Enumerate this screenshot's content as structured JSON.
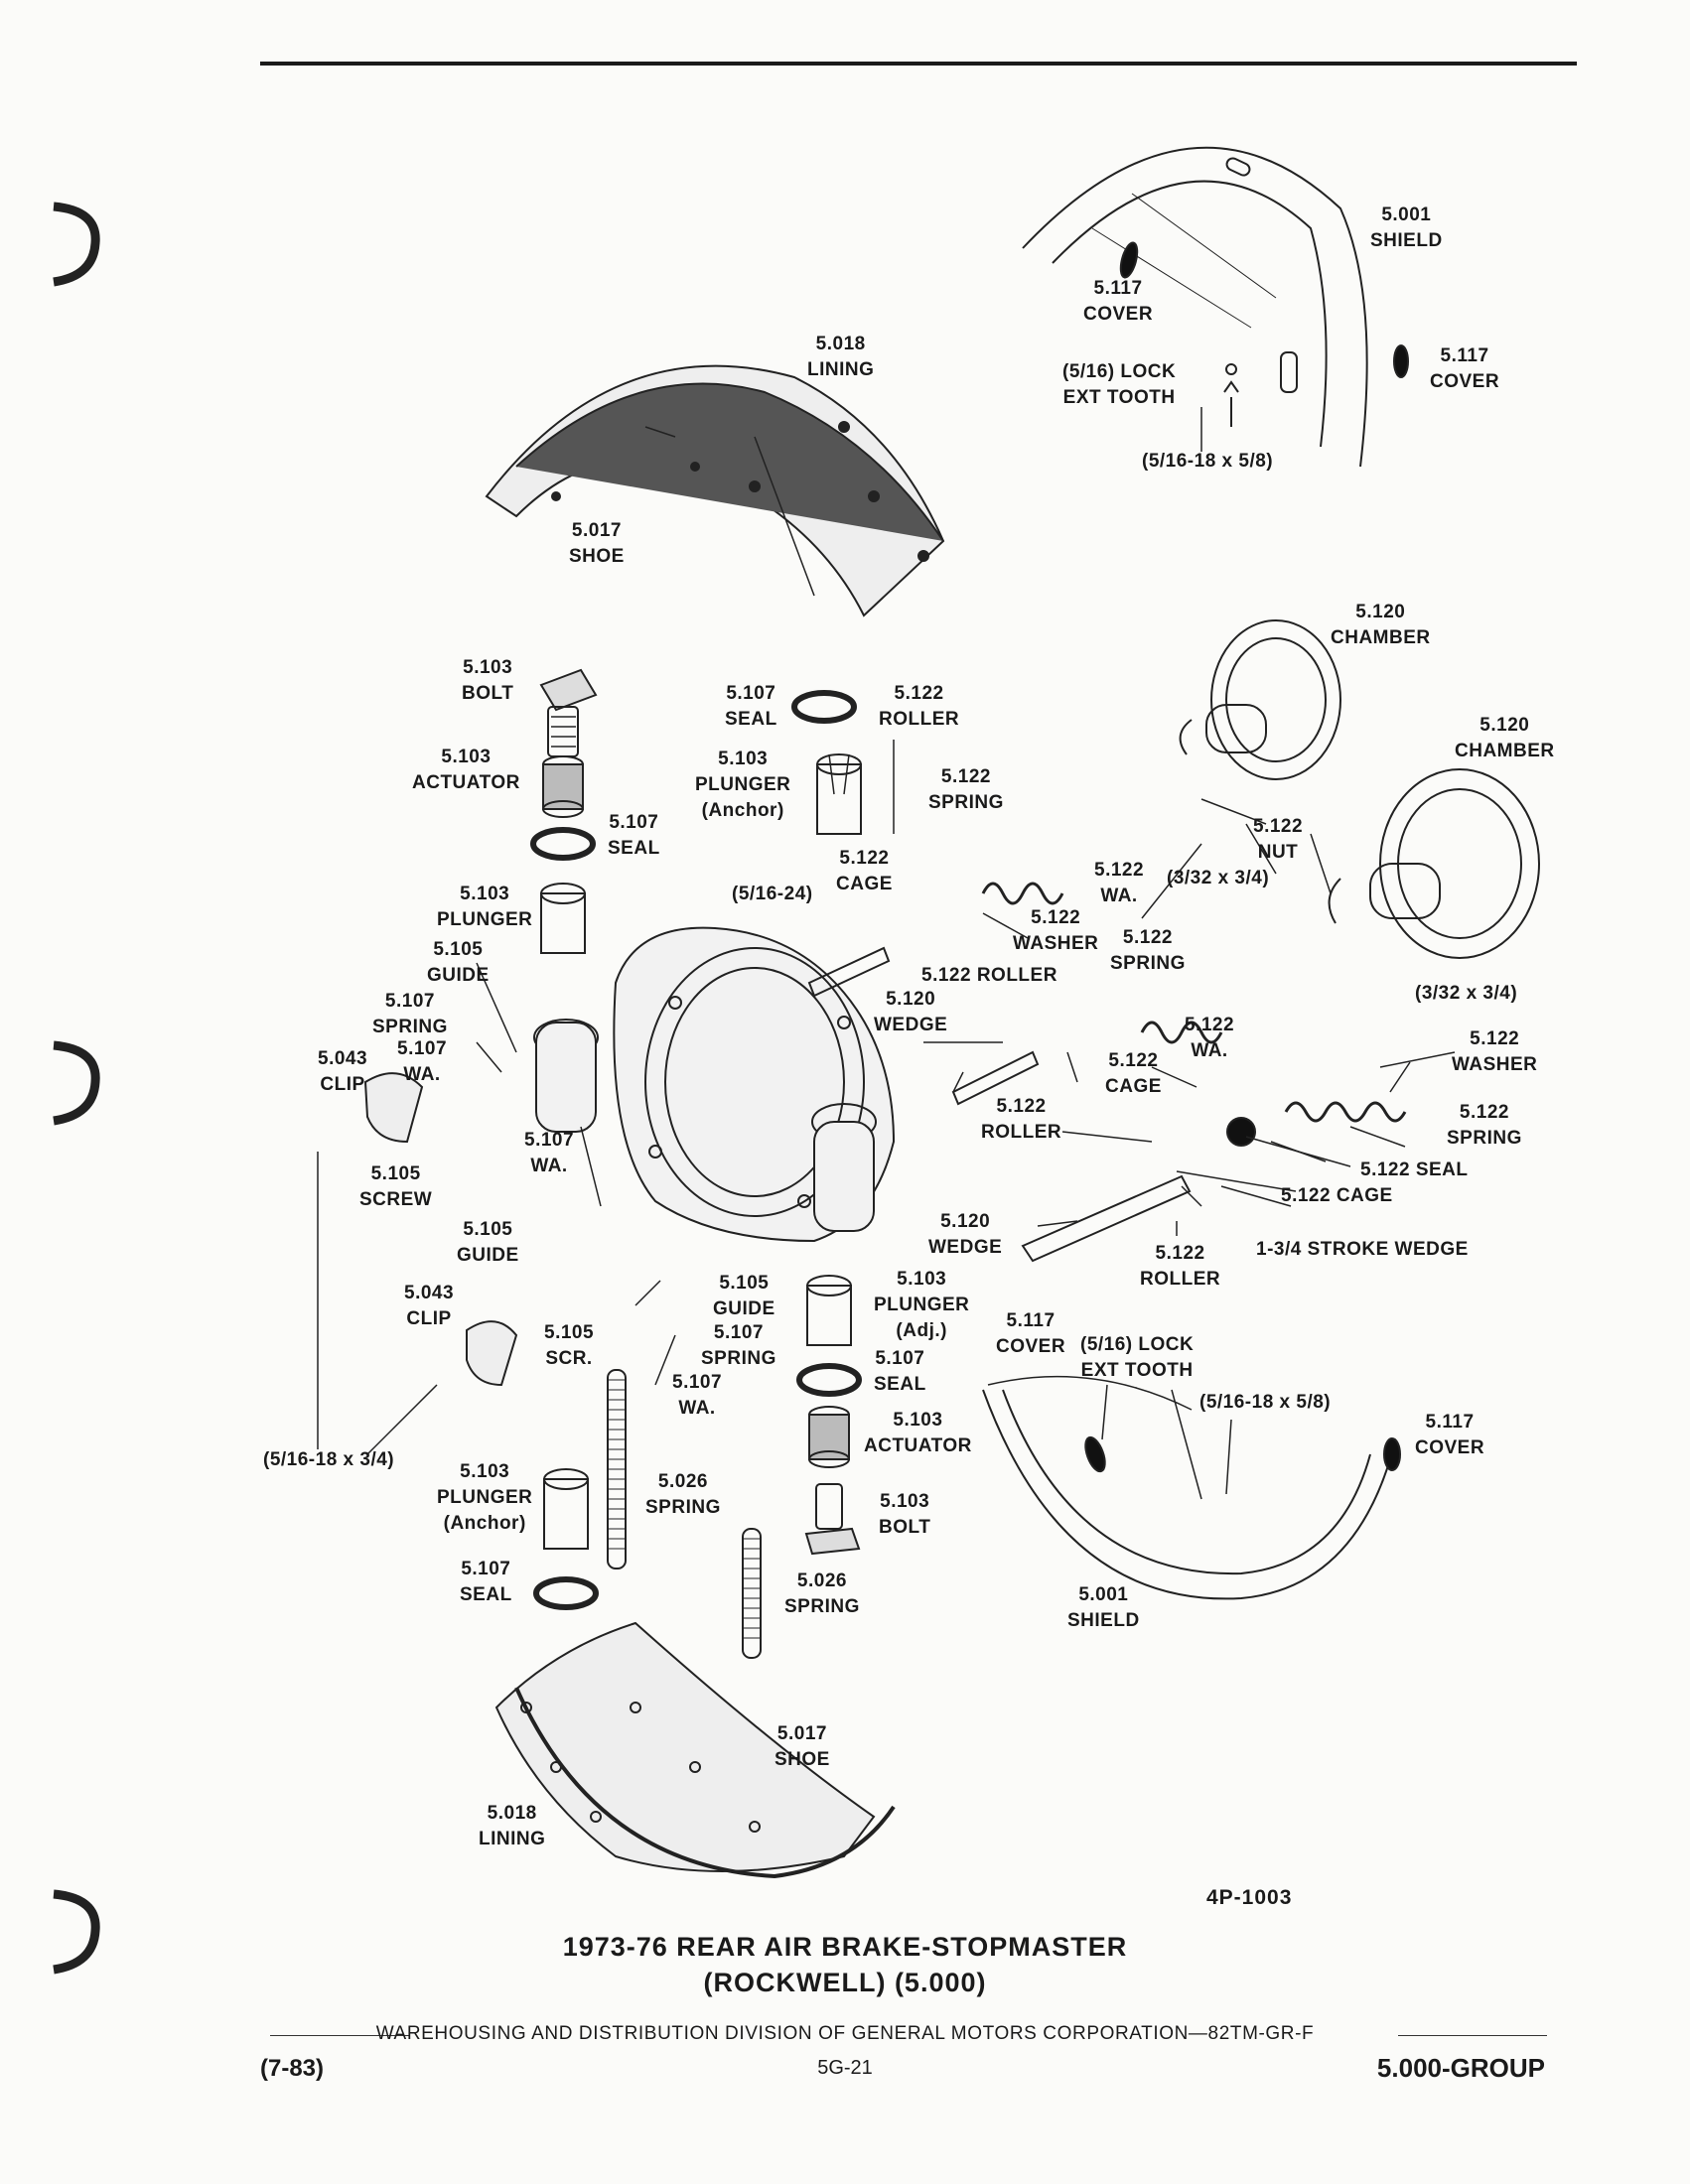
{
  "labels": {
    "shield_top": "5.001\nSHIELD",
    "cover_top_left": "5.117\nCOVER",
    "cover_top_right": "5.117\nCOVER",
    "lock_top": "(5/16) LOCK\nEXT TOOTH",
    "bolt_size_top": "(5/16-18 x 5/8)",
    "lining_top": "5.018\nLINING",
    "shoe_top": "5.017\nSHOE",
    "chamber_upper": "5.120\nCHAMBER",
    "chamber_lower": "5.120\nCHAMBER",
    "bolt_left": "5.103\nBOLT",
    "actuator_left": "5.103\nACTUATOR",
    "seal_left": "5.107\nSEAL",
    "plunger_left": "5.103\nPLUNGER",
    "seal_center": "5.107\nSEAL",
    "roller_center": "5.122\nROLLER",
    "plunger_anchor_top": "5.103\nPLUNGER\n(Anchor)",
    "spring_center": "5.122\nSPRING",
    "cage_center": "5.122\nCAGE",
    "nut_size": "(5/16-24)",
    "nut": "5.122\nNUT",
    "wa_center": "5.122\nWA.",
    "pin_size_upper": "(3/32 x 3/4)",
    "washer_center": "5.122\nWASHER",
    "spring_right": "5.122\nSPRING",
    "roller_wedge_upper": "5.122 ROLLER",
    "wedge_upper": "5.120\nWEDGE",
    "wa_right": "5.122\nWA.",
    "cage_right": "5.122\nCAGE",
    "roller_right": "5.122\nROLLER",
    "pin_size_right": "(3/32 x 3/4)",
    "washer_right": "5.122\nWASHER",
    "spring_far_right": "5.122\nSPRING",
    "seal_far_right": "5.122 SEAL",
    "cage_far_right": "5.122 CAGE",
    "stroke_wedge": "1-3/4 STROKE WEDGE",
    "roller_lower_right": "5.122\nROLLER",
    "wedge_lower": "5.120\nWEDGE",
    "guide_left_top": "5.105\nGUIDE",
    "spring_left": "5.107\nSPRING",
    "wa_left_a": "5.107\nWA.",
    "clip_upper": "5.043\nCLIP",
    "screw_left": "5.105\nSCREW",
    "wa_left_b": "5.107\nWA.",
    "guide_left_bottom": "5.105\nGUIDE",
    "clip_lower": "5.043\nCLIP",
    "scr_lower": "5.105\nSCR.",
    "guide_lower": "5.105\nGUIDE",
    "spring_lower": "5.107\nSPRING",
    "wa_lower": "5.107\nWA.",
    "plunger_adj": "5.103\nPLUNGER\n(Adj.)",
    "seal_lower_center": "5.107\nSEAL",
    "actuator_lower": "5.103\nACTUATOR",
    "bolt_lower": "5.103\nBOLT",
    "bolt_size_left": "(5/16-18 x 3/4)",
    "plunger_anchor_lower": "5.103\nPLUNGER\n(Anchor)",
    "seal_lower_left": "5.107\nSEAL",
    "spring_026_a": "5.026\nSPRING",
    "spring_026_b": "5.026\nSPRING",
    "cover_lower_left": "5.117\nCOVER",
    "lock_lower": "(5/16) LOCK\nEXT TOOTH",
    "bolt_size_lower": "(5/16-18 x 5/8)",
    "cover_lower_right": "5.117\nCOVER",
    "shield_lower": "5.001\nSHIELD",
    "shoe_lower": "5.017\nSHOE",
    "lining_lower": "5.018\nLINING"
  },
  "figure_id": "4P-1003",
  "caption": {
    "line1": "1973-76 REAR AIR BRAKE-STOPMASTER",
    "line2": "(ROCKWELL) (5.000)"
  },
  "footer": {
    "text": "WAREHOUSING AND DISTRIBUTION  DIVISION OF GENERAL MOTORS CORPORATION—82TM-GR-F",
    "date": "(7-83)",
    "page": "5G-21",
    "group": "5.000-GROUP"
  }
}
